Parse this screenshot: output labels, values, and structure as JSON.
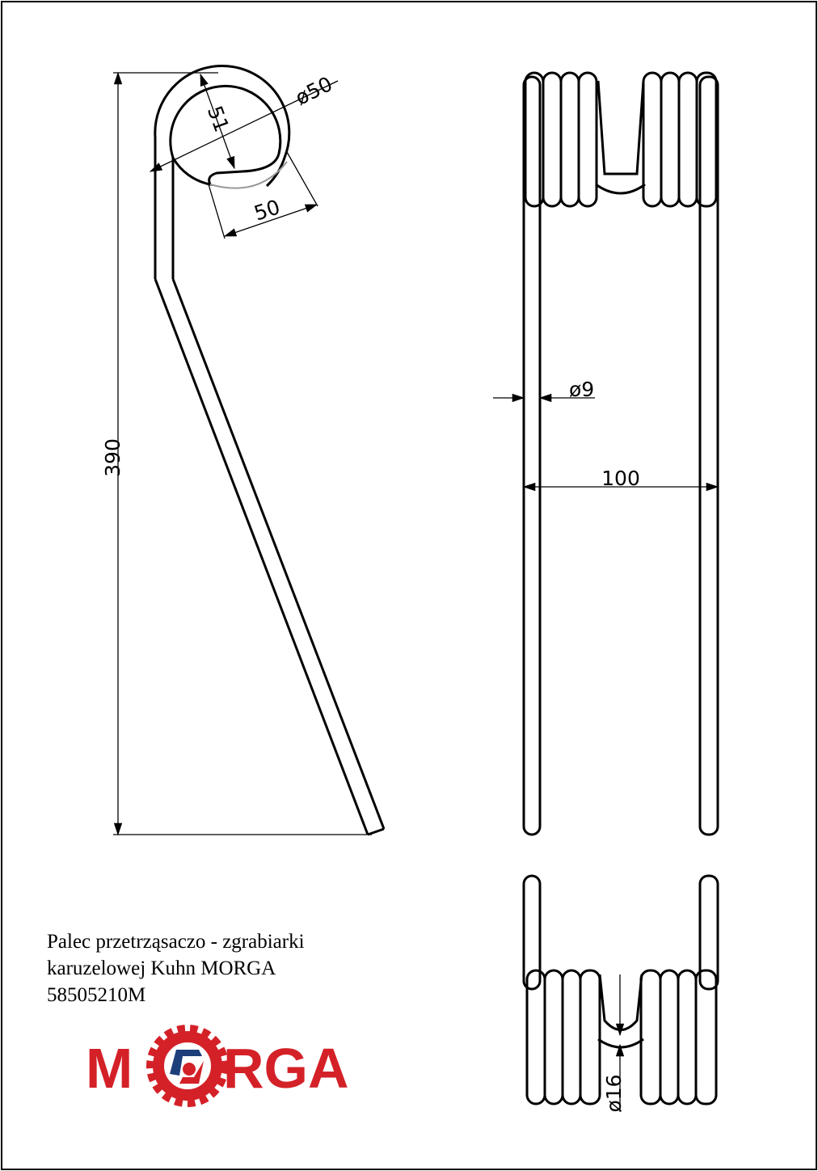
{
  "drawing": {
    "side_view": {
      "height_dim": "390",
      "coil_dia_dim": "ø50",
      "inner_dim": "51",
      "coil_width_dim": "50"
    },
    "front_view": {
      "wire_dia_dim": "ø9",
      "width_dim": "100"
    },
    "bottom_view": {
      "coil_inner_dim": "ø16"
    }
  },
  "caption": {
    "line1": "Palec przetrząsaczo - zgrabiarki",
    "line2": "karuzelowej  Kuhn MORGA",
    "line3": "58505210M"
  },
  "logo": {
    "text": "MORGA",
    "part1": "M",
    "part2": "RGA",
    "red": "#d42128",
    "blue": "#1d3f7a"
  }
}
